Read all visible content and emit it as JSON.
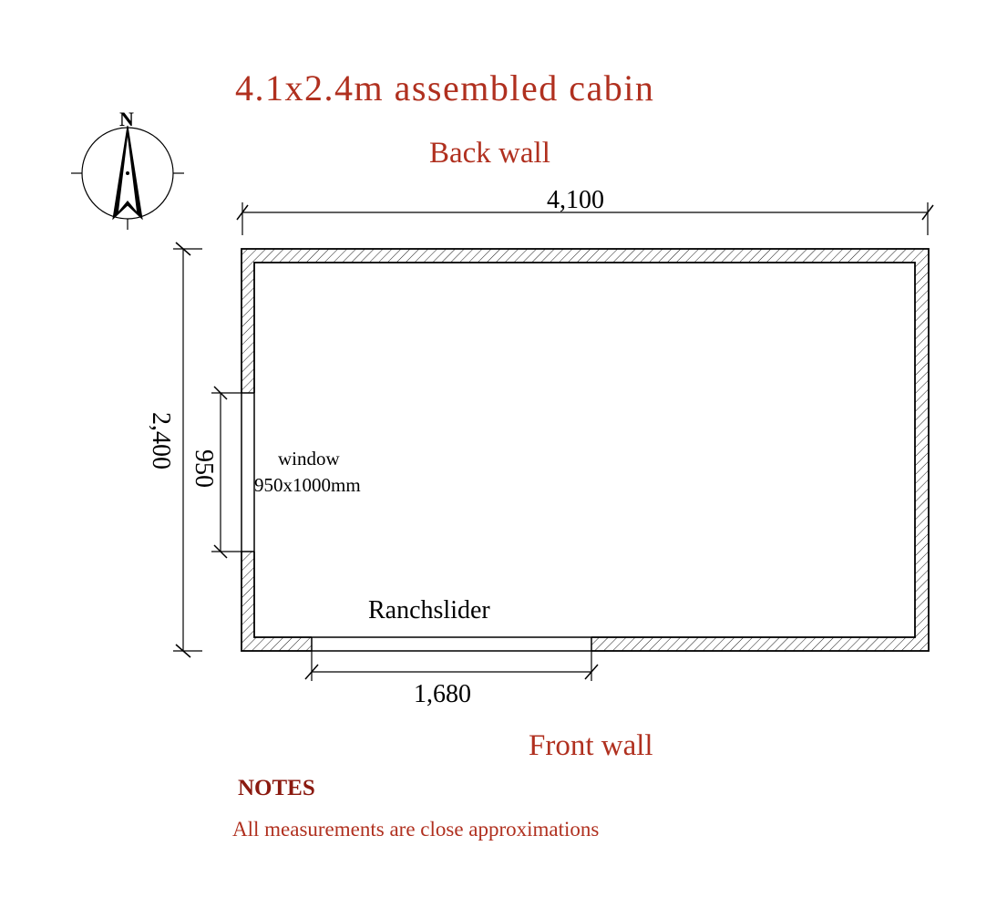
{
  "title": "4.1x2.4m assembled cabin",
  "back_wall_label": "Back wall",
  "front_wall_label": "Front wall",
  "north_label": "N",
  "dimensions": {
    "width": "4,100",
    "depth": "2,400",
    "window_width": "950",
    "door_width": "1,680"
  },
  "window": {
    "label": "window",
    "size": "950x1000mm"
  },
  "door_label": "Ranchslider",
  "notes": {
    "heading": "NOTES",
    "text": "All measurements are close approximations"
  },
  "colors": {
    "label_red": "#b0301f",
    "notes_heading": "#8b1a10",
    "line": "#000000"
  }
}
